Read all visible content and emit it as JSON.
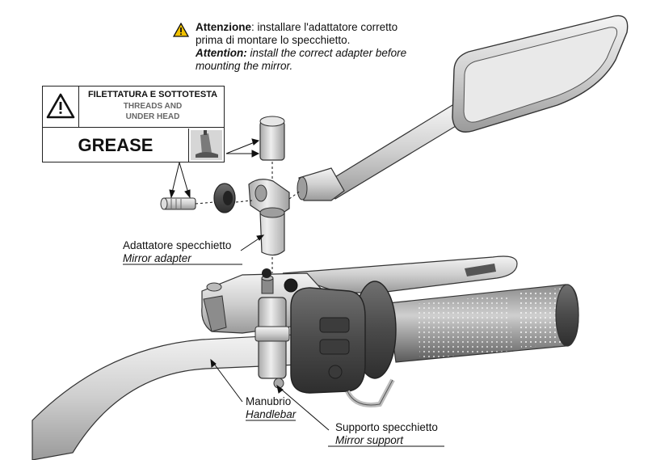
{
  "warning": {
    "italian_bold": "Attenzione",
    "italian_rest_line1": ": installare l'adattatore corretto",
    "italian_line2": "prima di montare lo specchietto.",
    "english_bold": "Attention:",
    "english_rest_line1": " install the correct adapter before",
    "english_line2": "mounting the mirror."
  },
  "grease_label": {
    "title_it": "FILETTATURA E SOTTOTESTA",
    "title_en_line1": "THREADS AND",
    "title_en_line2": "UNDER HEAD",
    "word": "GREASE"
  },
  "callouts": {
    "adapter_it": "Adattatore specchietto",
    "adapter_en": "Mirror adapter",
    "handlebar_it": "Manubrio",
    "handlebar_en": "Handlebar",
    "support_it": "Supporto specchietto",
    "support_en": "Mirror support"
  },
  "icons": [
    "warning-triangle-icon",
    "warning-triangle-icon",
    "grease-tube-icon"
  ],
  "colors": {
    "warning_yellow": "#f2c200",
    "line": "#111111",
    "part_gray": "#c9c9c9"
  }
}
